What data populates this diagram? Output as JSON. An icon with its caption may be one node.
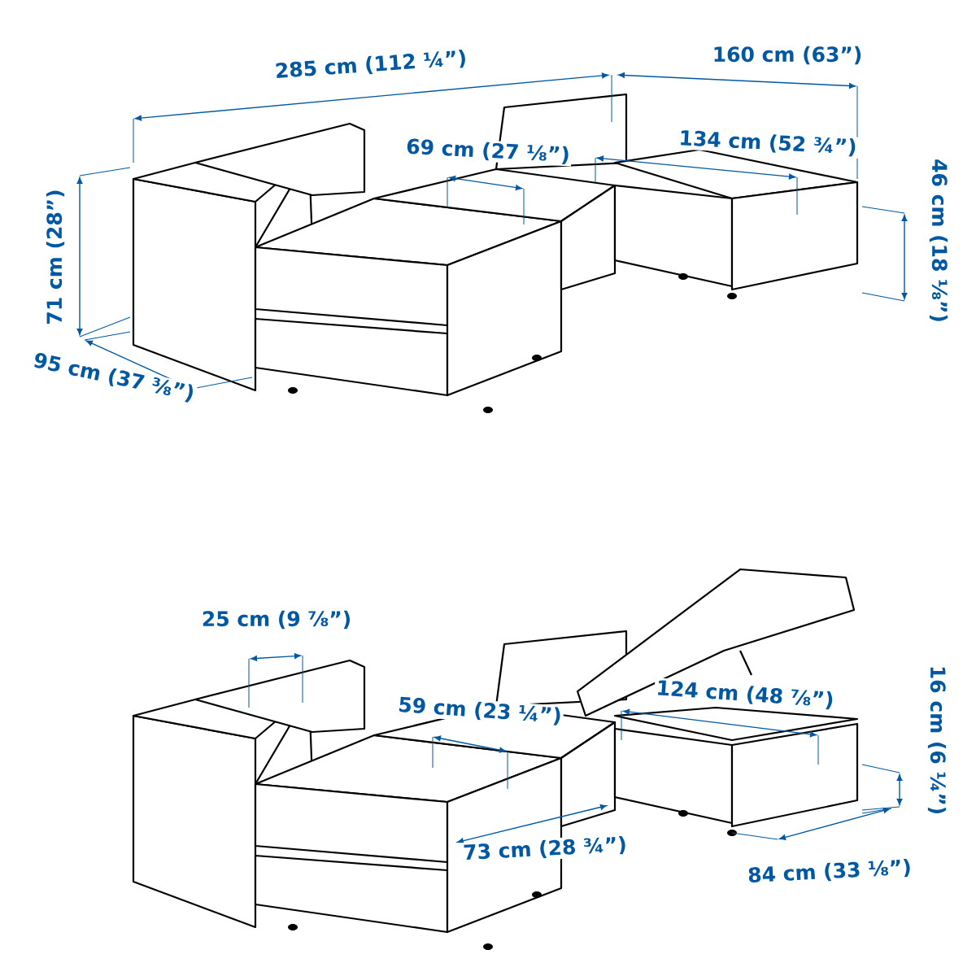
{
  "diagram": {
    "labels": [
      "285 cm (112 ¼”)",
      "160 cm (63”)",
      "69 cm (27 ⅛”)",
      "134 cm (52 ¾”)",
      "71 cm (28”)",
      "46 cm (18 ⅛”)",
      "95 cm (37 ⅜”)",
      "25 cm (9 ⅞”)",
      "59 cm (23 ¼”)",
      "124 cm (48 ⅞”)",
      "16 cm (6 ¼”)",
      "73 cm (28 ¾”)",
      "84 cm (33 ⅛”)"
    ]
  }
}
